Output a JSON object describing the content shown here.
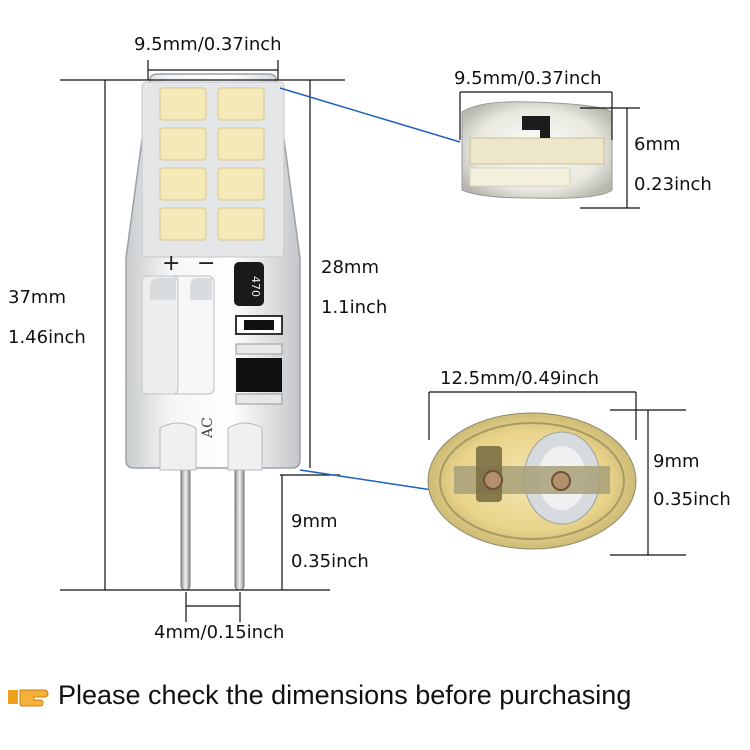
{
  "labels": {
    "top_width": "9.5mm/0.37inch",
    "total_height_mm": "37mm",
    "total_height_in": "1.46inch",
    "body_height_mm": "28mm",
    "body_height_in": "1.1inch",
    "pin_length_mm": "9mm",
    "pin_length_in": "0.35inch",
    "pin_spacing": "4mm/0.15inch",
    "top_view_width": "9.5mm/0.37inch",
    "top_view_depth_mm": "6mm",
    "top_view_depth_in": "0.23inch",
    "bottom_view_width": "12.5mm/0.49inch",
    "bottom_view_height_mm": "9mm",
    "bottom_view_height_in": "0.35inch",
    "polarity_plus": "+",
    "polarity_minus": "−",
    "chip_marking": "470",
    "ac_marking": "AC"
  },
  "footer": {
    "note": "Please check the dimensions before purchasing",
    "icon": "pointing-hand-icon",
    "icon_color": "#f0a020"
  },
  "colors": {
    "leader_line": "#1f5fbf",
    "led_chip": "#f6e9b8"
  }
}
